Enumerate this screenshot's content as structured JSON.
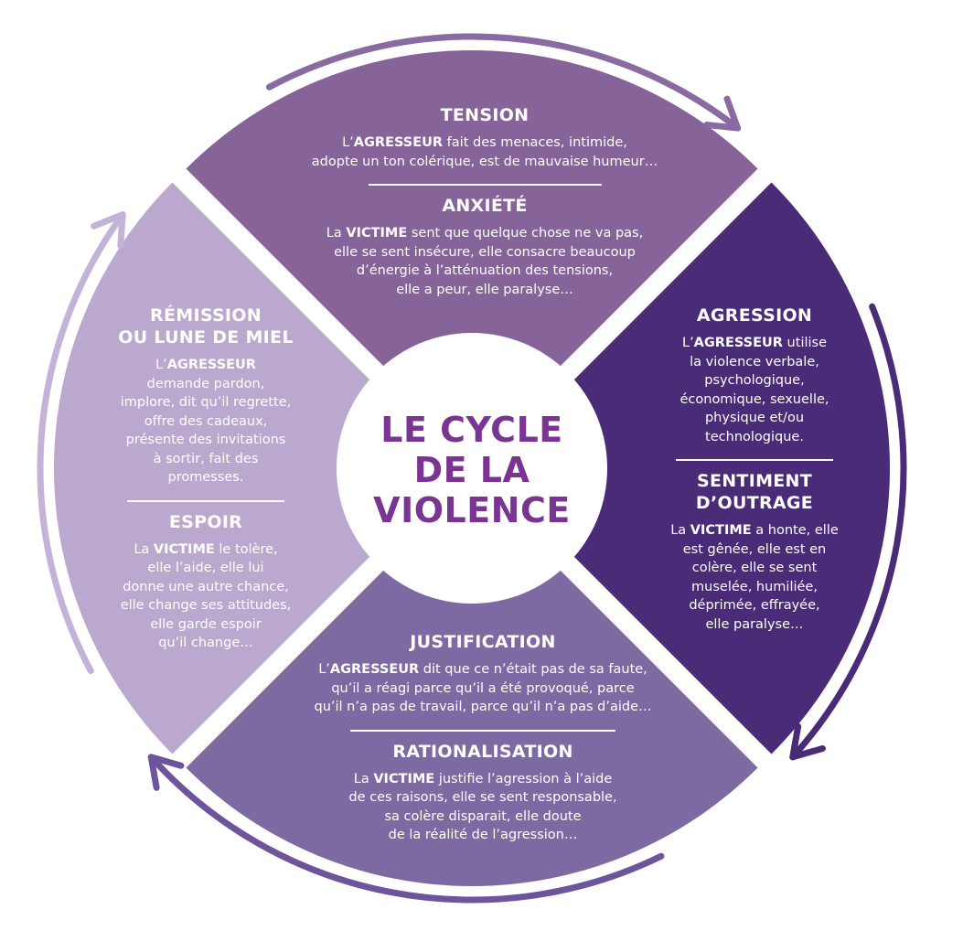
{
  "center_title": [
    "LE CYCLE",
    "DE LA",
    "VIOLENCE"
  ],
  "colors": {
    "top": "#86649a",
    "right": "#4a2b78",
    "bottom": "#7e6aa2",
    "left": "#bba8cf",
    "center_text": "#7a3592",
    "arrow_top": "#8a6aa2",
    "arrow_right": "#4a2b78",
    "arrow_bottom": "#6e549a",
    "arrow_left": "#c4b3d8"
  },
  "quadrants": {
    "top": {
      "agresseur_title": "TENSION",
      "agresseur_keyword": "AGRESSEUR",
      "agresseur_text": [
        {
          "pre": "L’",
          "key": "AGRESSEUR",
          "post": " fait des menaces, intimide,"
        },
        {
          "pre": "adopte un ton colérique, est de mauvaise humeur…"
        }
      ],
      "victime_title": "ANXIÉTÉ",
      "victime_text": [
        {
          "pre": "La ",
          "key": "VICTIME",
          "post": " sent que quelque chose ne va pas,"
        },
        {
          "pre": "elle se sent insécure, elle consacre beaucoup"
        },
        {
          "pre": "d’énergie à l’atténuation des tensions,"
        },
        {
          "pre": "elle a peur, elle paralyse…"
        }
      ]
    },
    "right": {
      "agresseur_title": "AGRESSION",
      "agresseur_text": [
        {
          "pre": "L’",
          "key": "AGRESSEUR",
          "post": " utilise"
        },
        {
          "pre": "la violence verbale,"
        },
        {
          "pre": "psychologique,"
        },
        {
          "pre": "économique, sexuelle,"
        },
        {
          "pre": "physique et/ou"
        },
        {
          "pre": "technologique."
        }
      ],
      "victime_title": [
        "SENTIMENT",
        "D’OUTRAGE"
      ],
      "victime_text": [
        {
          "pre": "La ",
          "key": "VICTIME",
          "post": " a honte, elle"
        },
        {
          "pre": "est gênée, elle est en"
        },
        {
          "pre": "colère, elle se sent"
        },
        {
          "pre": "muselée, humiliée,"
        },
        {
          "pre": "déprimée, effrayée,"
        },
        {
          "pre": "elle paralyse…"
        }
      ]
    },
    "bottom": {
      "agresseur_title": "JUSTIFICATION",
      "agresseur_text": [
        {
          "pre": "L’",
          "key": "AGRESSEUR",
          "post": " dit que ce n’était pas de sa faute,"
        },
        {
          "pre": "qu’il a réagi parce qu’il a été provoqué, parce"
        },
        {
          "pre": "qu’il n’a pas de travail, parce qu’il n’a pas d’aide…"
        }
      ],
      "victime_title": "RATIONALISATION",
      "victime_text": [
        {
          "pre": "La ",
          "key": "VICTIME",
          "post": " justifie l’agression à l’aide"
        },
        {
          "pre": "de ces raisons, elle se sent responsable,"
        },
        {
          "pre": "sa colère disparait, elle doute"
        },
        {
          "pre": "de la réalité de l’agression…"
        }
      ]
    },
    "left": {
      "agresseur_title": [
        "RÉMISSION",
        "OU LUNE DE MIEL"
      ],
      "agresseur_text": [
        {
          "pre": "L’",
          "key": "AGRESSEUR"
        },
        {
          "pre": "demande pardon,"
        },
        {
          "pre": "implore, dit qu’il regrette,"
        },
        {
          "pre": "offre des cadeaux,"
        },
        {
          "pre": "présente des invitations"
        },
        {
          "pre": "à sortir, fait des"
        },
        {
          "pre": "promesses."
        }
      ],
      "victime_title": "ESPOIR",
      "victime_text": [
        {
          "pre": "La ",
          "key": "VICTIME",
          "post": " le tolère,"
        },
        {
          "pre": "elle l’aide, elle lui"
        },
        {
          "pre": "donne une autre chance,"
        },
        {
          "pre": "elle change ses attitudes,"
        },
        {
          "pre": "elle garde espoir"
        },
        {
          "pre": "qu’il change…"
        }
      ]
    }
  }
}
